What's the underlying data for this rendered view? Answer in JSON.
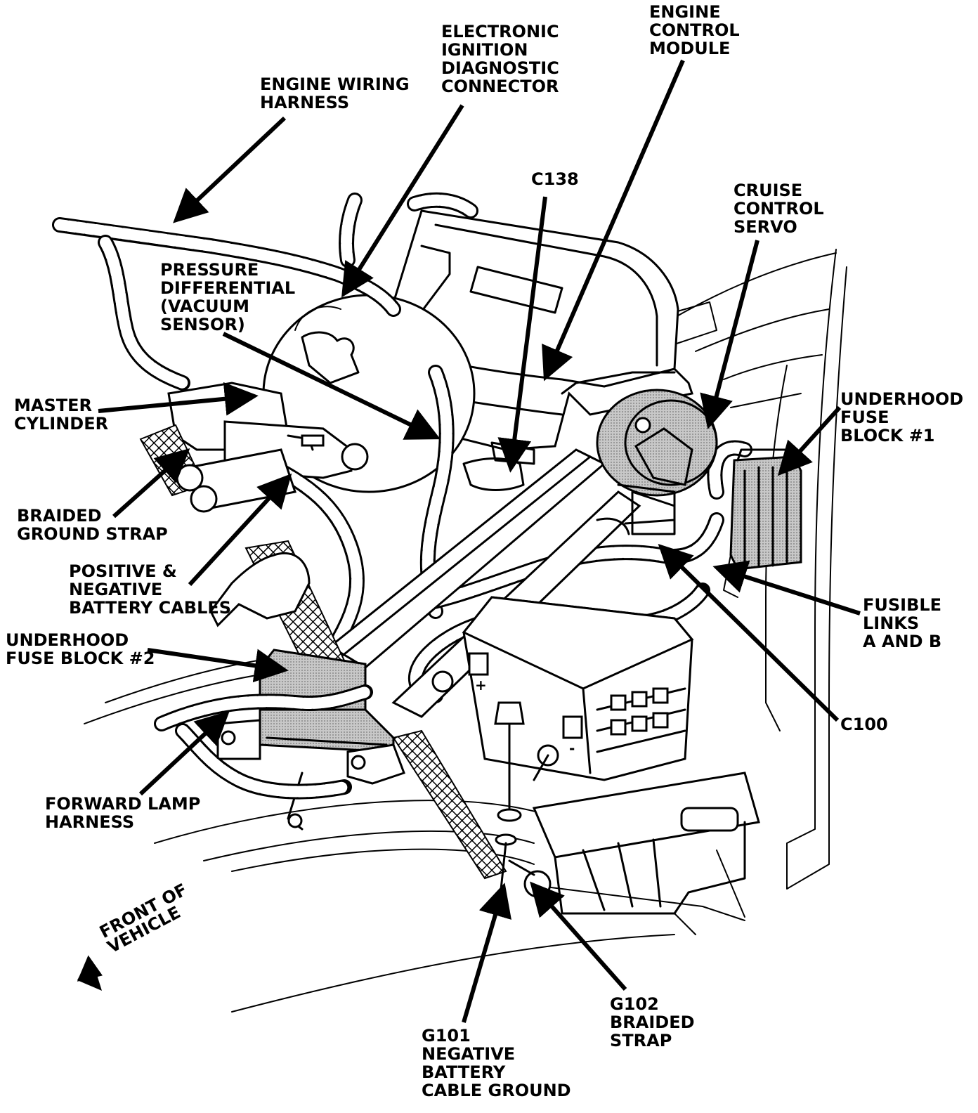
{
  "labels": {
    "engine_control_module": [
      "ENGINE",
      "CONTROL",
      "MODULE"
    ],
    "electronic_ignition": [
      "ELECTRONIC",
      "IGNITION",
      "DIAGNOSTIC",
      "CONNECTOR"
    ],
    "engine_wiring_harness": [
      "ENGINE WIRING",
      "HARNESS"
    ],
    "c138": [
      "C138"
    ],
    "cruise_control_servo": [
      "CRUISE",
      "CONTROL",
      "SERVO"
    ],
    "pressure_differential": [
      "PRESSURE",
      "DIFFERENTIAL",
      "(VACUUM",
      "SENSOR)"
    ],
    "master_cylinder": [
      "MASTER",
      "CYLINDER"
    ],
    "underhood_fuse_block_1": [
      "UNDERHOOD",
      "FUSE",
      "BLOCK #1"
    ],
    "braided_ground_strap": [
      "BRAIDED",
      "GROUND STRAP"
    ],
    "battery_cables": [
      "POSITIVE &",
      "NEGATIVE",
      "BATTERY CABLES"
    ],
    "fusible_links": [
      "FUSIBLE",
      "LINKS",
      "A AND B"
    ],
    "underhood_fuse_block_2": [
      "UNDERHOOD",
      "FUSE BLOCK #2"
    ],
    "c100": [
      "C100"
    ],
    "forward_lamp_harness": [
      "FORWARD LAMP",
      "HARNESS"
    ],
    "g102": [
      "G102",
      "BRAIDED",
      "STRAP"
    ],
    "g101": [
      "G101",
      "NEGATIVE",
      "BATTERY",
      "CABLE GROUND"
    ],
    "front_of_vehicle": [
      "FRONT OF",
      "VEHICLE"
    ]
  },
  "colors": {
    "ink": "#000000",
    "paper": "#ffffff",
    "shade": "#b5b5b5"
  }
}
